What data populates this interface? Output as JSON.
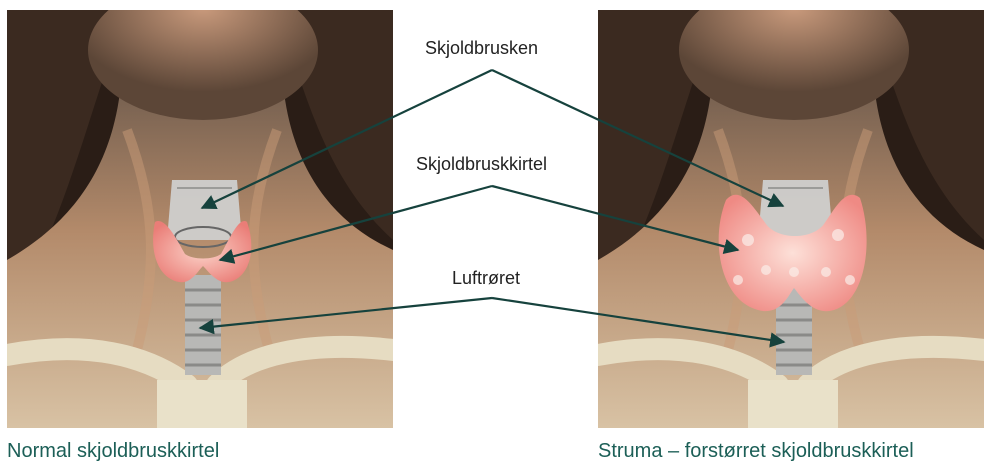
{
  "labels": {
    "cartilage": "Skjoldbrusken",
    "gland": "Skjoldbruskkirtel",
    "trachea": "Luftrøret"
  },
  "captions": {
    "left": "Normal skjoldbruskkirtel",
    "right": "Struma – forstørret skjoldbruskkirtel"
  },
  "colors": {
    "caption": "#1c5f57",
    "arrow": "#16423d",
    "gland": "#f08f8c"
  }
}
